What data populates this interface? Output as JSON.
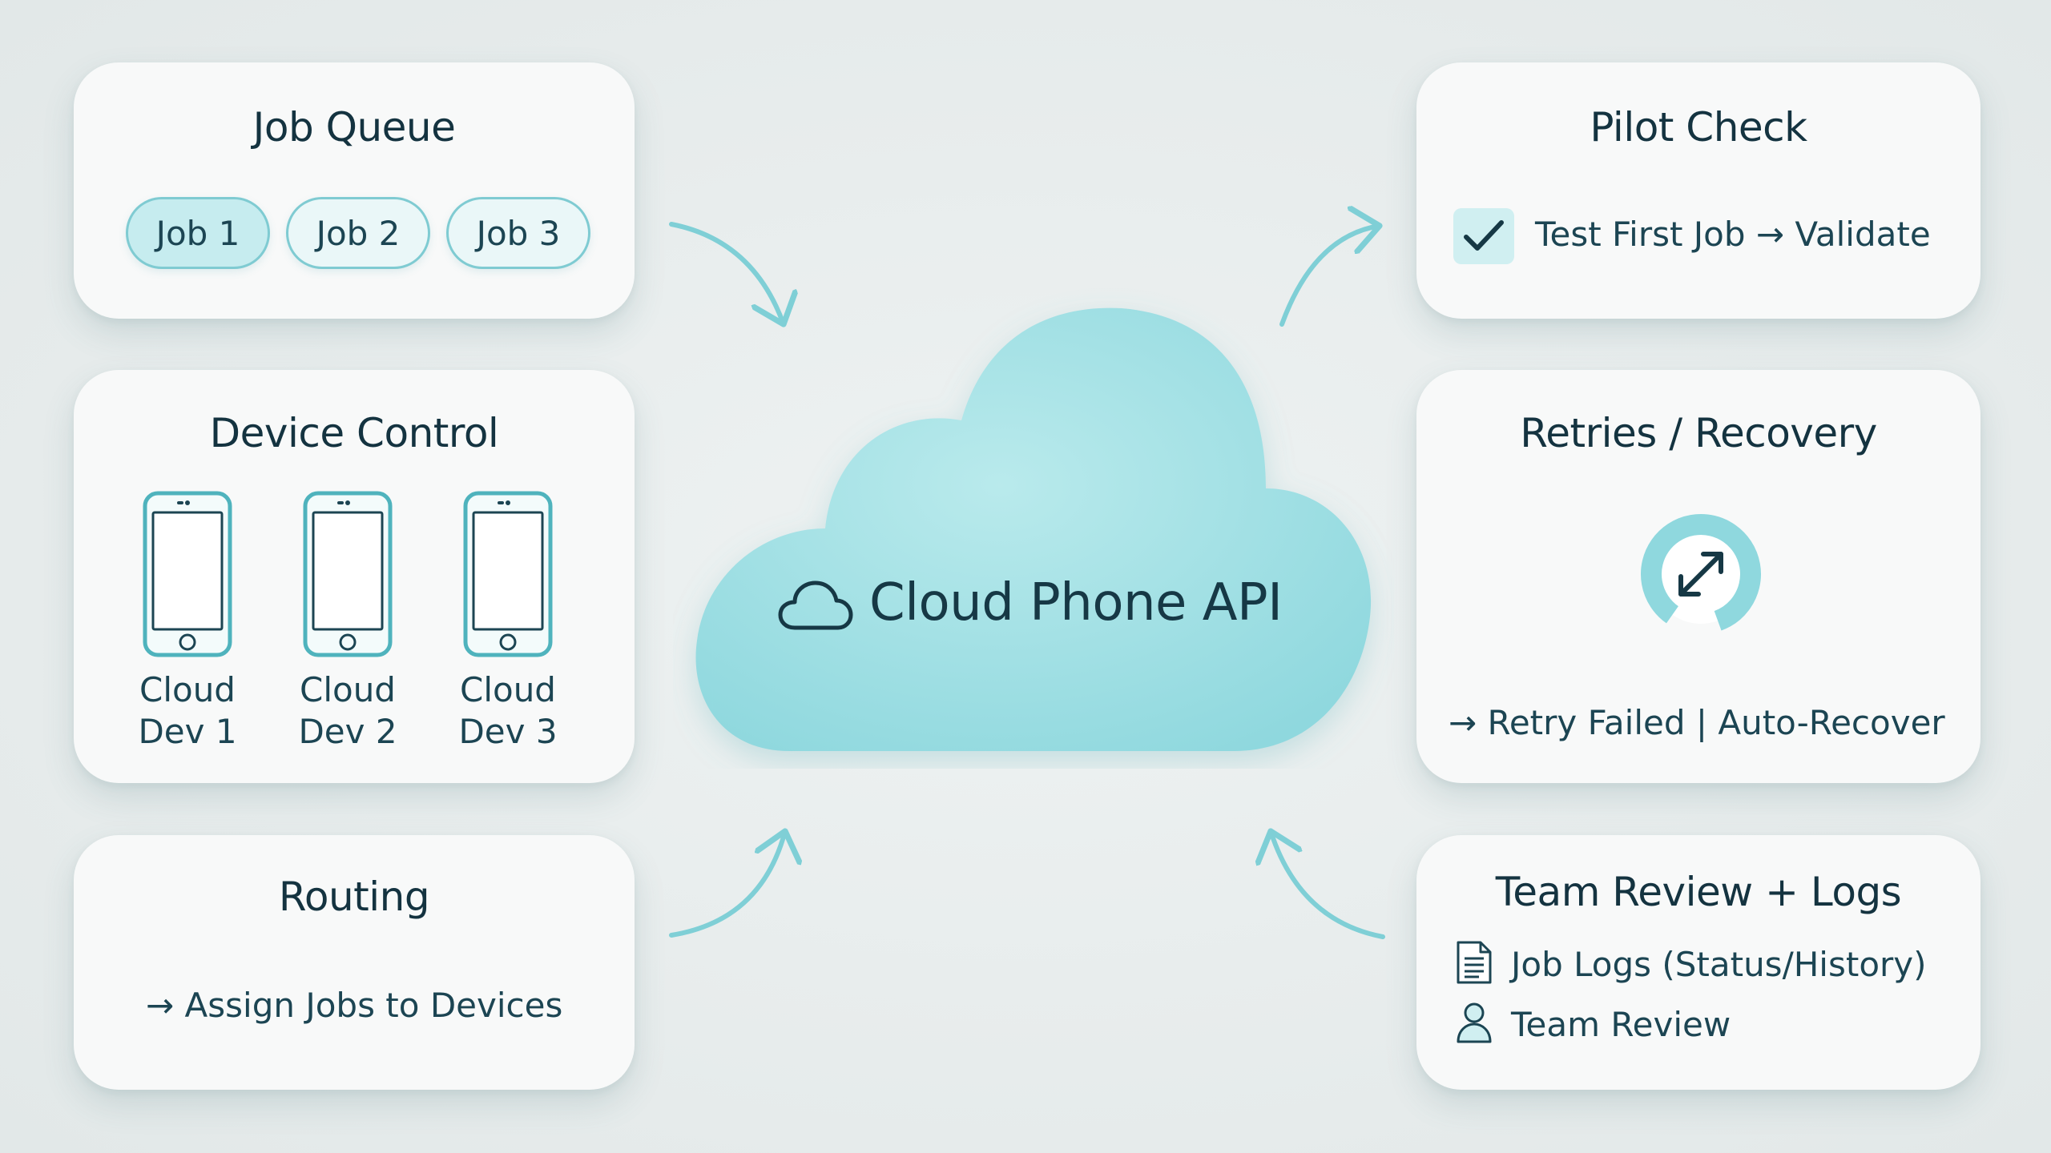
{
  "colors": {
    "accent": "#7fcbd2",
    "cloud_fill": "#a8e2e6",
    "text": "#143340",
    "card_bg": "#f8f9f9"
  },
  "center": {
    "title": "Cloud Phone API",
    "icon": "cloud-outline-icon"
  },
  "job_queue": {
    "title": "Job Queue",
    "jobs": [
      "Job 1",
      "Job 2",
      "Job 3"
    ]
  },
  "device_control": {
    "title": "Device Control",
    "devices": [
      "Cloud\nDev 1",
      "Cloud\nDev 2",
      "Cloud\nDev 3"
    ],
    "icon": "smartphone-icon"
  },
  "routing": {
    "title": "Routing",
    "text": "→ Assign Jobs to Devices"
  },
  "pilot_check": {
    "title": "Pilot Check",
    "text": "Test First Job → Validate",
    "icon": "checkbox-checked-icon"
  },
  "retries": {
    "title": "Retries / Recovery",
    "text": "→ Retry Failed | Auto-Recover",
    "icon": "retry-recover-icon"
  },
  "team_review": {
    "title": "Team Review + Logs",
    "items": [
      {
        "label": "Job Logs (Status/History)",
        "icon": "document-icon"
      },
      {
        "label": "Team Review",
        "icon": "user-icon"
      }
    ]
  }
}
